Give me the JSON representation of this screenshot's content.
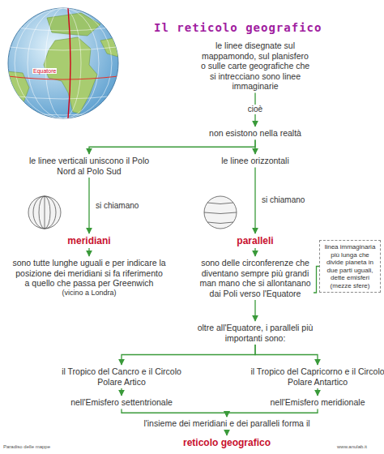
{
  "diagram": {
    "title": "Il reticolo geografico",
    "nodes": [
      {
        "text": [
          "le linee disegnate sul mappamondo, sul planisfero o sulle carte geografiche che si intrecciano sono linee immaginarie"
        ]
      },
      {
        "text": [
          "non esistono nella realtà"
        ]
      },
      {
        "text": [
          "le linee verticali uniscono il Polo Nord al Polo Sud"
        ]
      },
      {
        "text": [
          "meridiani"
        ]
      },
      {
        "text": [
          "sono tutte lunghe uguali e per indicare la posizione dei meridiani si fa riferimento a quello che passa per Greenwich",
          "(vicino a Londra)"
        ]
      },
      {
        "text": [
          "le linee orizzontali"
        ]
      },
      {
        "text": [
          "paralleli"
        ]
      },
      {
        "text": [
          "sono delle circonferenze che diventano sempre più grandi man mano che si allontanano dai Poli verso l'Equatore"
        ]
      },
      {
        "text": [
          "linea immaginaria più lunga che divide pianeta in due parti uguali, dette emisferi (mezze sfere)"
        ]
      },
      {
        "text": [
          "oltre all'Equatore, i paralleli più importanti sono:"
        ]
      },
      {
        "text": [
          "il Tropico del Cancro e il Circolo Polare Artico"
        ]
      },
      {
        "text": [
          "il Tropico del Capricorno e il Circolo Polare Antartico"
        ]
      },
      {
        "text": [
          "nell'Emisfero settentrionale"
        ]
      },
      {
        "text": [
          "nell'Emisfero meridionale"
        ]
      },
      {
        "text": [
          "l'insieme dei meridiani e dei paralleli forma il"
        ]
      },
      {
        "text": [
          "reticolo geografico"
        ]
      }
    ],
    "edges": [
      {
        "from": 0,
        "to": 1,
        "label": "cioè",
        "arrow": "to"
      },
      {
        "from": 1,
        "to": 2,
        "arrow": "to"
      },
      {
        "from": 1,
        "to": 5,
        "arrow": "to"
      },
      {
        "from": 2,
        "to": 3,
        "label": "si chiamano",
        "arrow": "to"
      },
      {
        "from": 3,
        "to": 4,
        "arrow": "to"
      },
      {
        "from": 5,
        "to": 6,
        "label": "si chiamano",
        "arrow": "to"
      },
      {
        "from": 6,
        "to": 7,
        "arrow": "to"
      },
      {
        "from": 7,
        "to": 8,
        "arrow": "none"
      },
      {
        "from": 7,
        "to": 9,
        "arrow": "to"
      },
      {
        "from": 9,
        "to": 10,
        "arrow": "to"
      },
      {
        "from": 9,
        "to": 11,
        "arrow": "to"
      },
      {
        "from": 10,
        "to": 12,
        "arrow": "to"
      },
      {
        "from": 11,
        "to": 13,
        "arrow": "to"
      },
      {
        "from": 12,
        "to": 14,
        "arrow": "to"
      },
      {
        "from": 13,
        "to": 14,
        "arrow": "to"
      },
      {
        "from": 14,
        "to": 15,
        "arrow": "to"
      }
    ],
    "labels": [
      "Equatore",
      "Paradiso delle mappe",
      "www.anulab.it"
    ]
  }
}
